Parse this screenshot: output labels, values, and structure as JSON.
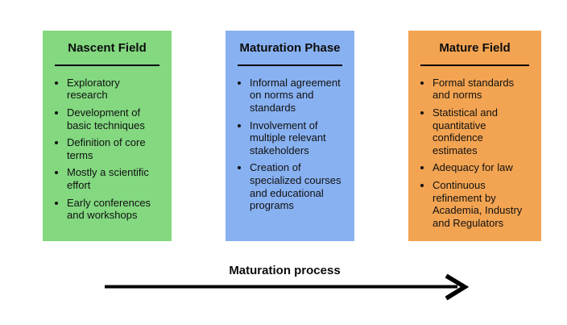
{
  "diagram": {
    "arrow_label": "Maturation process",
    "colors": {
      "background": "#ffffff",
      "text": "#111111",
      "arrow": "#000000",
      "nascent_green": "#83d880",
      "maturation_blue": "#88b1f1",
      "mature_orange": "#f3a452"
    },
    "columns": [
      {
        "title": "Nascent Field",
        "color": "#83d880",
        "items": [
          "Exploratory research",
          "Development of basic techniques",
          "Definition of core terms",
          "Mostly a scientific effort",
          "Early conferences and workshops"
        ]
      },
      {
        "title": "Maturation Phase",
        "color": "#88b1f1",
        "items": [
          "Informal agreement on norms and standards",
          "Involvement of multiple relevant stakeholders",
          "Creation of specialized courses and educational programs"
        ]
      },
      {
        "title": "Mature Field",
        "color": "#f3a452",
        "items": [
          "Formal standards and norms",
          "Statistical and quantitative confidence estimates",
          "Adequacy for law",
          "Continuous refinement by Academia, Industry and Regulators"
        ]
      }
    ]
  }
}
